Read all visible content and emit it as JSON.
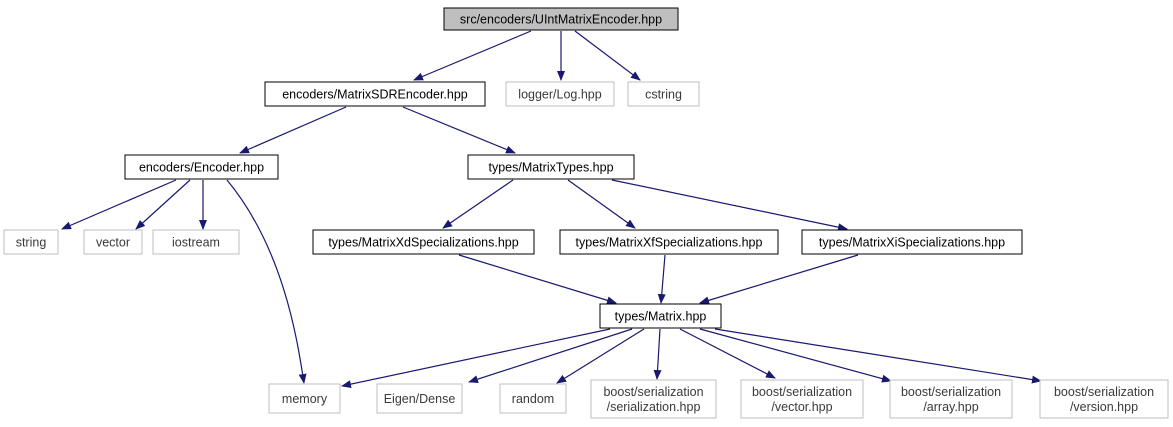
{
  "diagram": {
    "nodes": [
      {
        "id": "uint_encoder",
        "lines": [
          "src/encoders/UIntMatrixEncoder.hpp"
        ],
        "style": "root"
      },
      {
        "id": "sdr_encoder",
        "lines": [
          "encoders/MatrixSDREncoder.hpp"
        ],
        "style": "internal"
      },
      {
        "id": "logger",
        "lines": [
          "logger/Log.hpp"
        ],
        "style": "external"
      },
      {
        "id": "cstring",
        "lines": [
          "cstring"
        ],
        "style": "external"
      },
      {
        "id": "encoder",
        "lines": [
          "encoders/Encoder.hpp"
        ],
        "style": "internal"
      },
      {
        "id": "matrix_types",
        "lines": [
          "types/MatrixTypes.hpp"
        ],
        "style": "internal"
      },
      {
        "id": "string",
        "lines": [
          "string"
        ],
        "style": "external"
      },
      {
        "id": "vector",
        "lines": [
          "vector"
        ],
        "style": "external"
      },
      {
        "id": "iostream",
        "lines": [
          "iostream"
        ],
        "style": "external"
      },
      {
        "id": "xd_spec",
        "lines": [
          "types/MatrixXdSpecializations.hpp"
        ],
        "style": "internal"
      },
      {
        "id": "xf_spec",
        "lines": [
          "types/MatrixXfSpecializations.hpp"
        ],
        "style": "internal"
      },
      {
        "id": "xi_spec",
        "lines": [
          "types/MatrixXiSpecializations.hpp"
        ],
        "style": "internal"
      },
      {
        "id": "matrix",
        "lines": [
          "types/Matrix.hpp"
        ],
        "style": "internal"
      },
      {
        "id": "memory",
        "lines": [
          "memory"
        ],
        "style": "external"
      },
      {
        "id": "eigen",
        "lines": [
          "Eigen/Dense"
        ],
        "style": "external"
      },
      {
        "id": "random",
        "lines": [
          "random"
        ],
        "style": "external"
      },
      {
        "id": "boost_serialization",
        "lines": [
          "boost/serialization",
          "/serialization.hpp"
        ],
        "style": "external"
      },
      {
        "id": "boost_vector",
        "lines": [
          "boost/serialization",
          "/vector.hpp"
        ],
        "style": "external"
      },
      {
        "id": "boost_array",
        "lines": [
          "boost/serialization",
          "/array.hpp"
        ],
        "style": "external"
      },
      {
        "id": "boost_version",
        "lines": [
          "boost/serialization",
          "/version.hpp"
        ],
        "style": "external"
      }
    ],
    "edges": [
      {
        "from": "uint_encoder",
        "to": "sdr_encoder"
      },
      {
        "from": "uint_encoder",
        "to": "logger"
      },
      {
        "from": "uint_encoder",
        "to": "cstring"
      },
      {
        "from": "sdr_encoder",
        "to": "encoder"
      },
      {
        "from": "sdr_encoder",
        "to": "matrix_types"
      },
      {
        "from": "encoder",
        "to": "string"
      },
      {
        "from": "encoder",
        "to": "vector"
      },
      {
        "from": "encoder",
        "to": "iostream"
      },
      {
        "from": "encoder",
        "to": "memory"
      },
      {
        "from": "matrix_types",
        "to": "xd_spec"
      },
      {
        "from": "matrix_types",
        "to": "xf_spec"
      },
      {
        "from": "matrix_types",
        "to": "xi_spec"
      },
      {
        "from": "xd_spec",
        "to": "matrix"
      },
      {
        "from": "xf_spec",
        "to": "matrix"
      },
      {
        "from": "xi_spec",
        "to": "matrix"
      },
      {
        "from": "matrix",
        "to": "memory"
      },
      {
        "from": "matrix",
        "to": "eigen"
      },
      {
        "from": "matrix",
        "to": "random"
      },
      {
        "from": "matrix",
        "to": "boost_serialization"
      },
      {
        "from": "matrix",
        "to": "boost_vector"
      },
      {
        "from": "matrix",
        "to": "boost_array"
      },
      {
        "from": "matrix",
        "to": "boost_version"
      }
    ],
    "colors": {
      "edge": "#191970",
      "root_fill": "#bfbfbf",
      "node_border": "#000000",
      "external_border": "#bfbfbf",
      "background": "#ffffff"
    }
  }
}
